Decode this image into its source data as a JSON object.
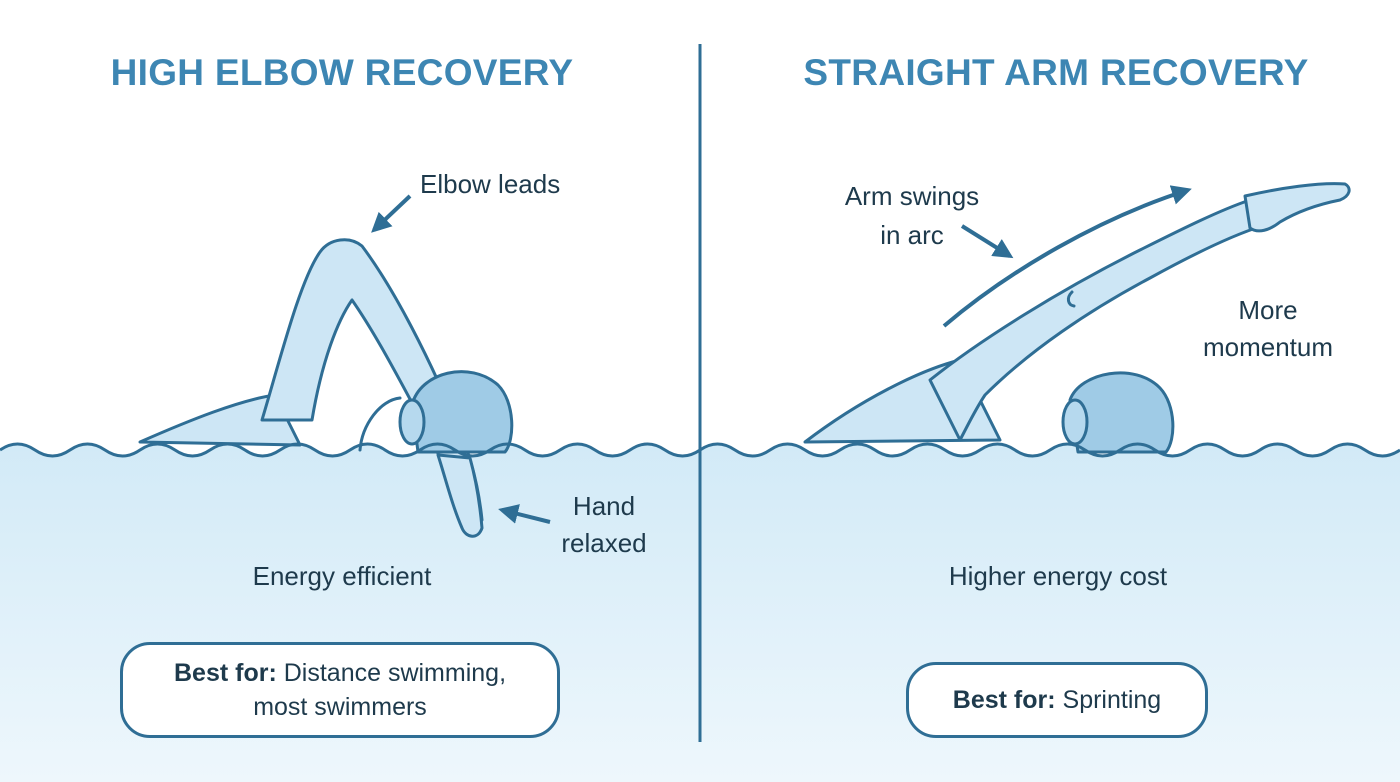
{
  "colors": {
    "title": "#3d86b3",
    "line": "#2f6e95",
    "water_top": "#d4ebf7",
    "water_bottom": "#eaf5fb",
    "skin_fill": "#cde6f5",
    "cap_fill": "#9fcbe6",
    "text": "#1e3a4c"
  },
  "left": {
    "title": "HIGH ELBOW RECOVERY",
    "callout_elbow": "Elbow leads",
    "callout_hand_line1": "Hand",
    "callout_hand_line2": "relaxed",
    "caption": "Energy efficient",
    "best_for_label": "Best for:",
    "best_for_line1": "Distance swimming,",
    "best_for_line2": "most swimmers"
  },
  "right": {
    "title": "STRAIGHT ARM RECOVERY",
    "callout_arc_line1": "Arm swings",
    "callout_arc_line2": "in arc",
    "callout_momentum_line1": "More",
    "callout_momentum_line2": "momentum",
    "caption": "Higher energy cost",
    "best_for_label": "Best for:",
    "best_for_value": "Sprinting"
  }
}
